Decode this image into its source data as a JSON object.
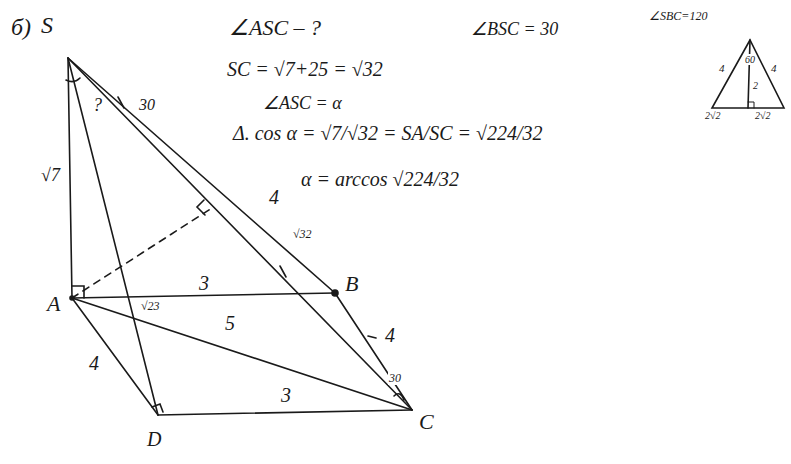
{
  "diagram": {
    "labels": [
      "б)",
      "S",
      "?",
      "√7",
      "30",
      "4",
      "√32",
      "√23",
      "3",
      "B",
      "A",
      "4",
      "5",
      "4",
      "30",
      "D",
      "3",
      "C",
      "∠ASC – ?",
      "∠BSC = 30",
      "∠SBC=120",
      "SC = √7+25 = √32",
      "∠ASC = α",
      "Δ. cos α = √7/√32 = SA/SC = √224/32",
      "α = arccos √224/32",
      "4",
      "60",
      "4",
      "2",
      "2√2",
      "2√2"
    ]
  }
}
